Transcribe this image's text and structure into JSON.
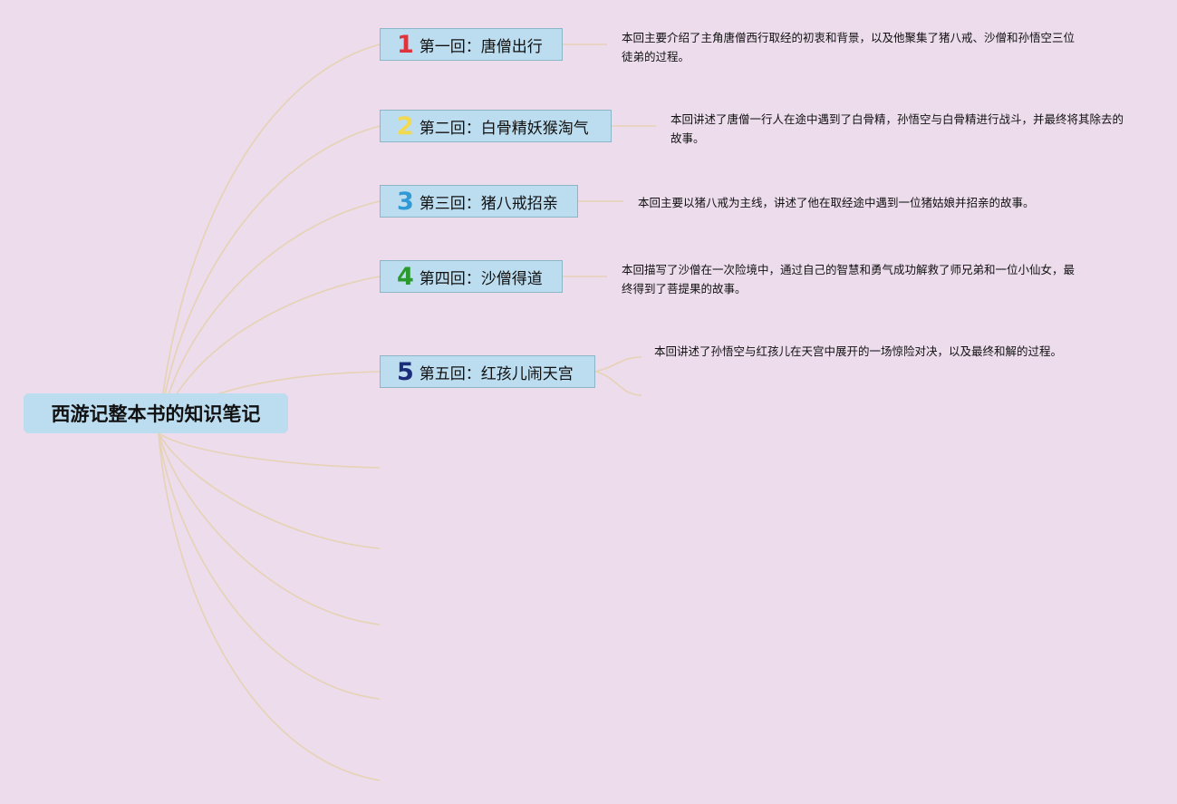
{
  "root": {
    "title": "西游记整本书的知识笔记"
  },
  "chapters": [
    {
      "number": "1",
      "number_color": "#e2323c",
      "title": "第一回：唐僧出行",
      "note": "本回主要介绍了主角唐僧西行取经的初衷和背景，以及他聚集了猪八戒、沙僧和孙悟空三位徒弟的过程。"
    },
    {
      "number": "2",
      "number_color": "#f2d94e",
      "title": "第二回：白骨精妖猴淘气",
      "note": "本回讲述了唐僧一行人在途中遇到了白骨精，孙悟空与白骨精进行战斗，并最终将其除去的故事。"
    },
    {
      "number": "3",
      "number_color": "#2f9ad6",
      "title": "第三回：猪八戒招亲",
      "note": "本回主要以猪八戒为主线，讲述了他在取经途中遇到一位猪姑娘并招亲的故事。"
    },
    {
      "number": "4",
      "number_color": "#2a9a2e",
      "title": "第四回：沙僧得道",
      "note": "本回描写了沙僧在一次险境中，通过自己的智慧和勇气成功解救了师兄弟和一位小仙女，最终得到了菩提果的故事。"
    },
    {
      "number": "5",
      "number_color": "#1a2c7a",
      "title": "第五回：红孩儿闹天宫",
      "note": "本回讲述了孙悟空与红孩儿在天宫中展开的一场惊险对决，以及最终和解的过程。"
    }
  ],
  "colors": {
    "background": "#ecdcec",
    "topic_fill": "#bcdcef",
    "connector": "#e6d2b4"
  }
}
